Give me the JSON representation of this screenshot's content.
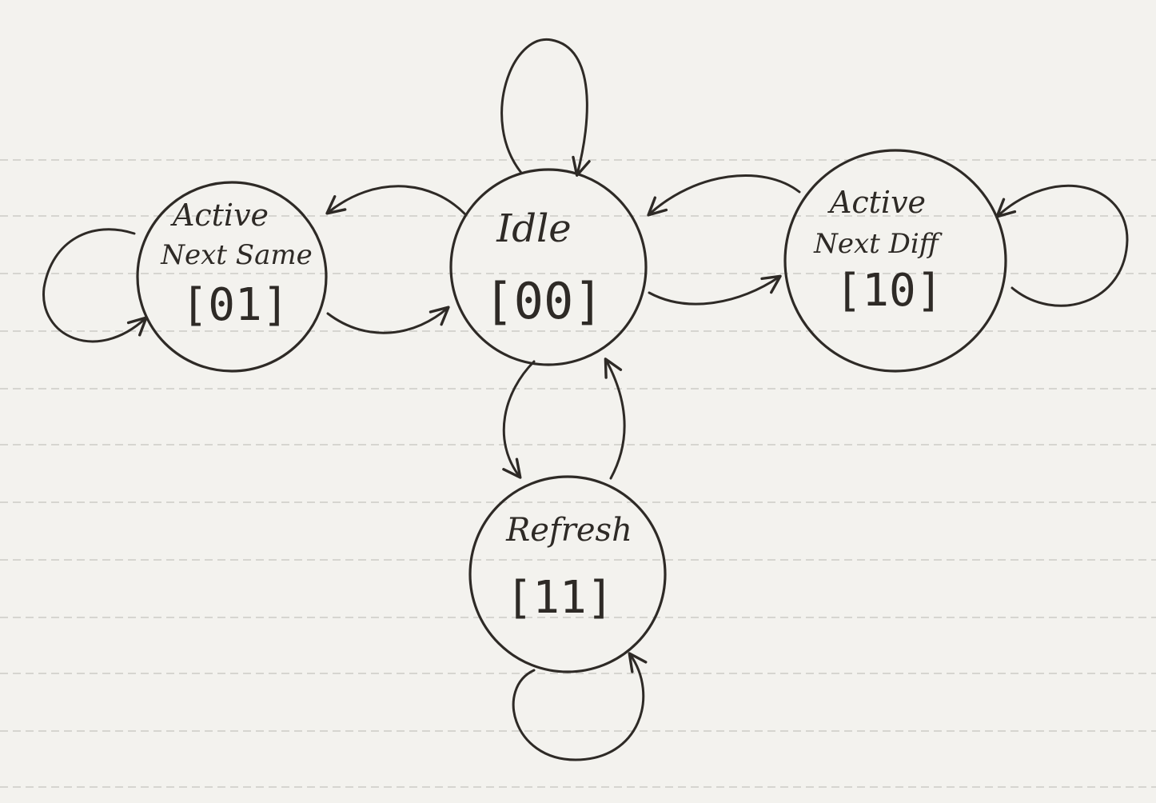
{
  "colors": {
    "ink": "#2e2a26",
    "paper": "#f3f2ee",
    "rule": "#d6d5d0"
  },
  "states": {
    "idle": {
      "name": "Idle",
      "code": "[00]"
    },
    "active_next_same": {
      "name_line1": "Active",
      "name_line2": "Next Same",
      "code": "[01]"
    },
    "active_next_diff": {
      "name_line1": "Active",
      "name_line2": "Next Diff",
      "code": "[10]"
    },
    "refresh": {
      "name": "Refresh",
      "code": "[11]"
    }
  },
  "transitions": [
    {
      "from": "idle",
      "to": "idle"
    },
    {
      "from": "idle",
      "to": "active_next_same"
    },
    {
      "from": "active_next_same",
      "to": "idle"
    },
    {
      "from": "active_next_same",
      "to": "active_next_same"
    },
    {
      "from": "idle",
      "to": "active_next_diff"
    },
    {
      "from": "active_next_diff",
      "to": "idle"
    },
    {
      "from": "active_next_diff",
      "to": "active_next_diff"
    },
    {
      "from": "idle",
      "to": "refresh"
    },
    {
      "from": "refresh",
      "to": "idle"
    },
    {
      "from": "refresh",
      "to": "refresh"
    }
  ]
}
